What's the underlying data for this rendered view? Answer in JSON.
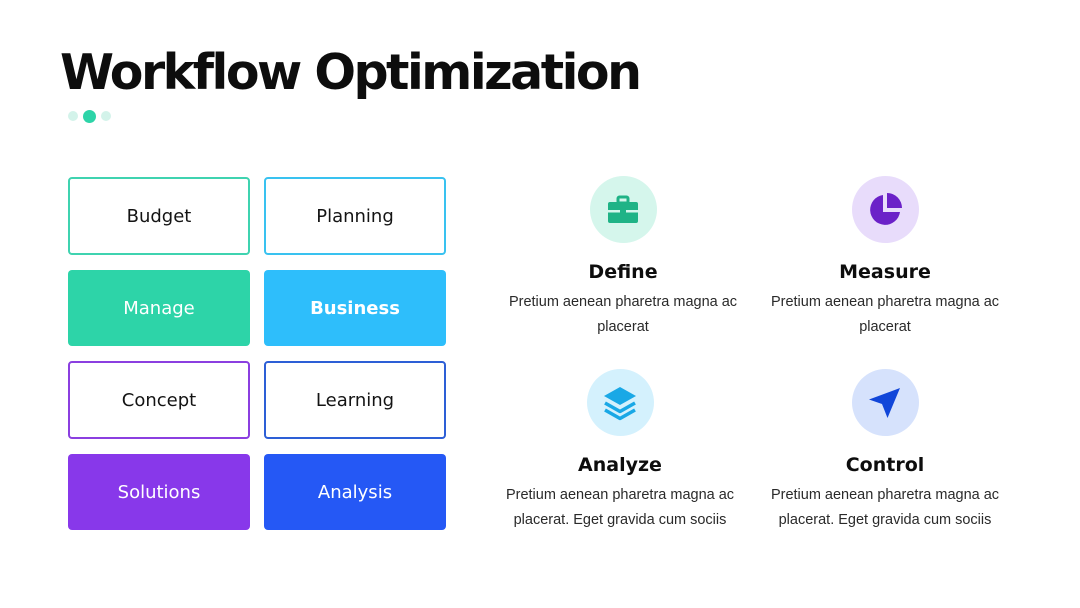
{
  "slide": {
    "title": "Workflow Optimization",
    "dots": 3,
    "active_dot": 1
  },
  "tiles": [
    {
      "label": "Budget",
      "style": "outline",
      "color": "#3fd3b0"
    },
    {
      "label": "Planning",
      "style": "outline",
      "color": "#39c2f0"
    },
    {
      "label": "Manage",
      "style": "filled",
      "color": "#2dd4a8"
    },
    {
      "label": "Business",
      "style": "filled",
      "color": "#2ebefb"
    },
    {
      "label": "Concept",
      "style": "outline",
      "color": "#8b3fe0"
    },
    {
      "label": "Learning",
      "style": "outline",
      "color": "#2d5fd6"
    },
    {
      "label": "Solutions",
      "style": "filled",
      "color": "#8838ea"
    },
    {
      "label": "Analysis",
      "style": "filled",
      "color": "#2558f5"
    }
  ],
  "features": [
    {
      "title": "Define",
      "desc": "Pretium aenean pharetra magna ac placerat",
      "icon": "briefcase-icon",
      "icon_color": "#1fb386",
      "bg_color": "#d5f6ec"
    },
    {
      "title": "Measure",
      "desc": "Pretium aenean pharetra magna ac placerat",
      "icon": "pie-chart-icon",
      "icon_color": "#6b21c8",
      "bg_color": "#e8dcfb"
    },
    {
      "title": "Analyze",
      "desc": "Pretium aenean pharetra magna ac placerat. Eget gravida cum sociis",
      "icon": "layers-icon",
      "icon_color": "#19a8e6",
      "bg_color": "#d4f1fd"
    },
    {
      "title": "Control",
      "desc": "Pretium aenean pharetra magna ac placerat. Eget gravida cum sociis",
      "icon": "send-icon",
      "icon_color": "#1146d9",
      "bg_color": "#d6e2fc"
    }
  ]
}
